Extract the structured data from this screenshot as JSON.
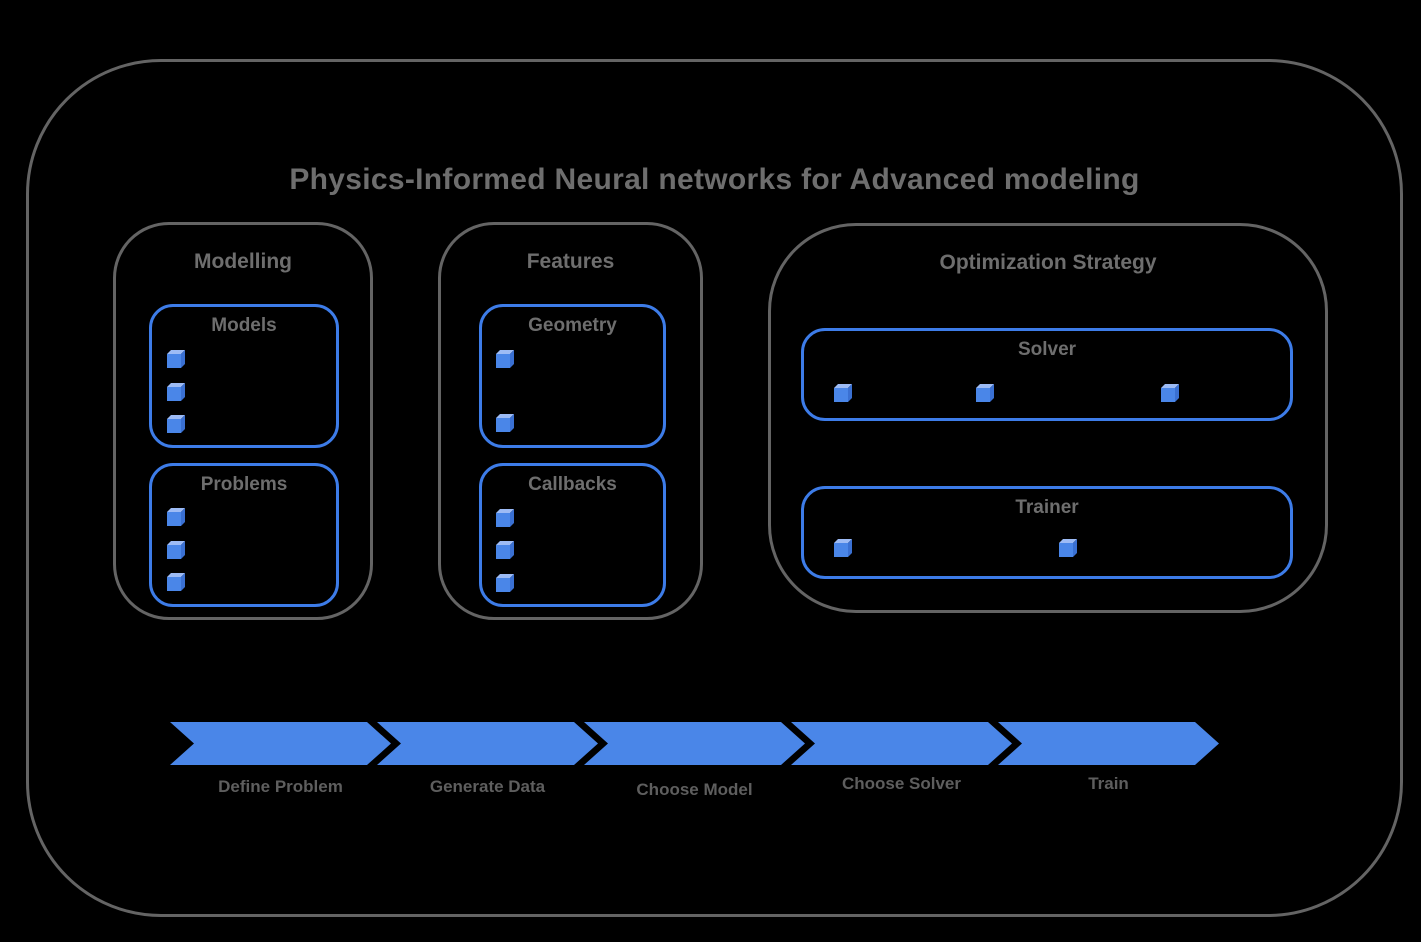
{
  "title": "Physics-Informed Neural networks for Advanced modeling",
  "groups": [
    {
      "title": "Modelling",
      "boxes": [
        {
          "title": "Models",
          "bullet_count": 3
        },
        {
          "title": "Problems",
          "bullet_count": 3
        }
      ]
    },
    {
      "title": "Features",
      "boxes": [
        {
          "title": "Geometry",
          "bullet_count": 2
        },
        {
          "title": "Callbacks",
          "bullet_count": 3
        }
      ]
    },
    {
      "title": "Optimization Strategy",
      "boxes": [
        {
          "title": "Solver",
          "bullet_count": 3
        },
        {
          "title": "Trainer",
          "bullet_count": 2
        }
      ]
    }
  ],
  "pipeline": {
    "steps": [
      {
        "label": "Define Problem"
      },
      {
        "label": "Generate Data"
      },
      {
        "label": "Choose Model"
      },
      {
        "label": "Choose Solver"
      },
      {
        "label": "Train"
      }
    ]
  },
  "colors": {
    "background": "#000000",
    "accent_blue": "#4a86e8",
    "border_blue": "#3d7ce8",
    "border_gray": "#646464",
    "title_text": "#6e6e6e",
    "label_text": "#5e5e5e"
  }
}
